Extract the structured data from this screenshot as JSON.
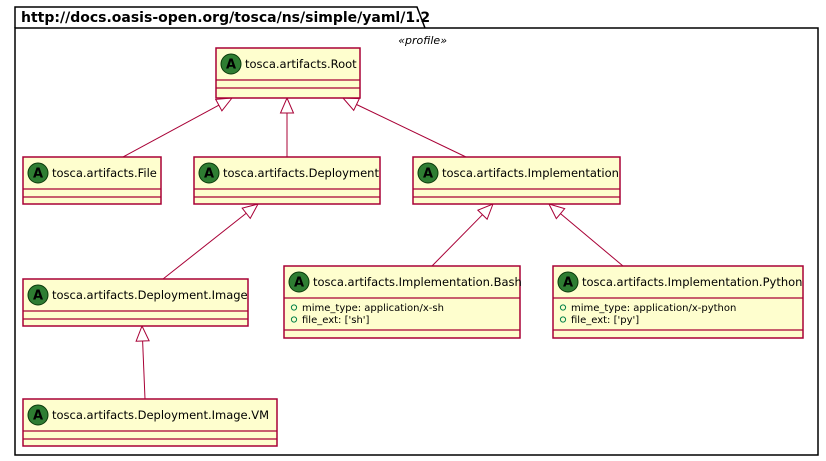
{
  "package": {
    "name": "http://docs.oasis-open.org/tosca/ns/simple/yaml/1.2",
    "stereotype": "«profile»"
  },
  "classes": [
    {
      "id": "root",
      "kind": "A",
      "name": "tosca.artifacts.Root",
      "attributes": []
    },
    {
      "id": "file",
      "kind": "A",
      "name": "tosca.artifacts.File",
      "attributes": []
    },
    {
      "id": "deploy",
      "kind": "A",
      "name": "tosca.artifacts.Deployment",
      "attributes": []
    },
    {
      "id": "impl",
      "kind": "A",
      "name": "tosca.artifacts.Implementation",
      "attributes": []
    },
    {
      "id": "image",
      "kind": "A",
      "name": "tosca.artifacts.Deployment.Image",
      "attributes": []
    },
    {
      "id": "bash",
      "kind": "A",
      "name": "tosca.artifacts.Implementation.Bash",
      "attributes": [
        "mime_type: application/x-sh",
        "file_ext: ['sh']"
      ]
    },
    {
      "id": "python",
      "kind": "A",
      "name": "tosca.artifacts.Implementation.Python",
      "attributes": [
        "mime_type: application/x-python",
        "file_ext: ['py']"
      ]
    },
    {
      "id": "vm",
      "kind": "A",
      "name": "tosca.artifacts.Deployment.Image.VM",
      "attributes": []
    }
  ],
  "generalizations": [
    {
      "child": "file",
      "parent": "root"
    },
    {
      "child": "deploy",
      "parent": "root"
    },
    {
      "child": "impl",
      "parent": "root"
    },
    {
      "child": "image",
      "parent": "deploy"
    },
    {
      "child": "bash",
      "parent": "impl"
    },
    {
      "child": "python",
      "parent": "impl"
    },
    {
      "child": "vm",
      "parent": "image"
    }
  ],
  "colors": {
    "class_fill": "#FEFECE",
    "class_border": "#A80036",
    "edge": "#A80036",
    "badge_fill": "#2E7D32",
    "badge_border": "#0A3A0A",
    "package_border": "#000000"
  }
}
